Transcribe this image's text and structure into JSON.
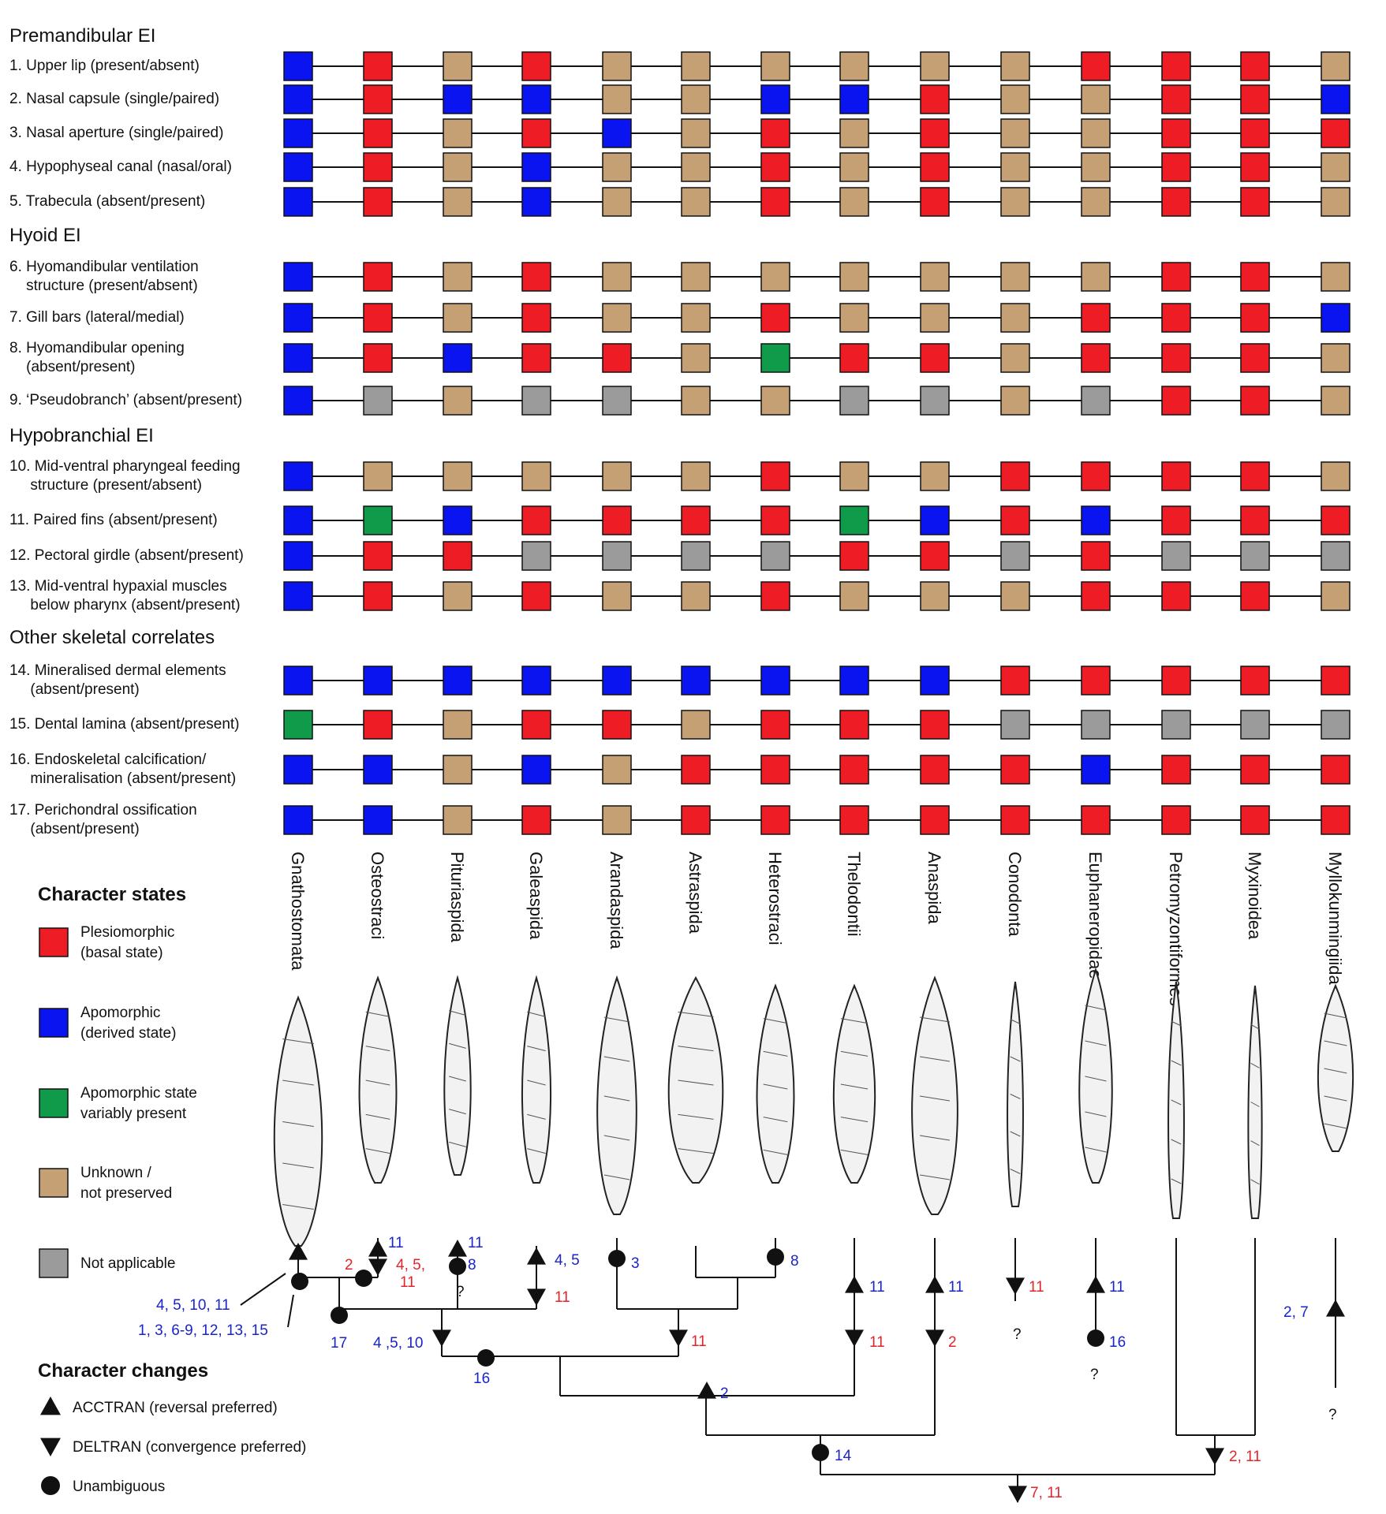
{
  "sections": [
    {
      "title": "Premandibular EI",
      "start": 0
    },
    {
      "title": "Hyoid EI",
      "start": 5
    },
    {
      "title": "Hypobranchial EI",
      "start": 9
    },
    {
      "title": "Other skeletal correlates",
      "start": 13
    }
  ],
  "characters": [
    {
      "label": "1. Upper lip (present/absent)",
      "states": [
        "B",
        "R",
        "U",
        "R",
        "U",
        "U",
        "U",
        "U",
        "U",
        "U",
        "R",
        "R",
        "R",
        "U"
      ]
    },
    {
      "label": "2. Nasal capsule (single/paired)",
      "states": [
        "B",
        "R",
        "B",
        "B",
        "U",
        "U",
        "B",
        "B",
        "R",
        "U",
        "U",
        "R",
        "R",
        "B"
      ]
    },
    {
      "label": "3. Nasal aperture (single/paired)",
      "states": [
        "B",
        "R",
        "U",
        "R",
        "B",
        "U",
        "R",
        "U",
        "R",
        "U",
        "U",
        "R",
        "R",
        "R"
      ]
    },
    {
      "label": "4. Hypophyseal canal (nasal/oral)",
      "states": [
        "B",
        "R",
        "U",
        "B",
        "U",
        "U",
        "R",
        "U",
        "R",
        "U",
        "U",
        "R",
        "R",
        "U"
      ]
    },
    {
      "label": "5. Trabecula (absent/present)",
      "states": [
        "B",
        "R",
        "U",
        "B",
        "U",
        "U",
        "R",
        "U",
        "R",
        "U",
        "U",
        "R",
        "R",
        "U"
      ]
    },
    {
      "label": "6. Hyomandibular ventilation\n    structure (present/absent)",
      "states": [
        "B",
        "R",
        "U",
        "R",
        "U",
        "U",
        "U",
        "U",
        "U",
        "U",
        "U",
        "R",
        "R",
        "U"
      ]
    },
    {
      "label": "7. Gill bars (lateral/medial)",
      "states": [
        "B",
        "R",
        "U",
        "R",
        "U",
        "U",
        "R",
        "U",
        "U",
        "U",
        "R",
        "R",
        "R",
        "B"
      ]
    },
    {
      "label": "8. Hyomandibular opening\n    (absent/present)",
      "states": [
        "B",
        "R",
        "B",
        "R",
        "R",
        "U",
        "G",
        "R",
        "R",
        "U",
        "R",
        "R",
        "R",
        "U"
      ]
    },
    {
      "label": "9. ‘Pseudobranch’ (absent/present)",
      "states": [
        "B",
        "N",
        "U",
        "N",
        "N",
        "U",
        "U",
        "N",
        "N",
        "U",
        "N",
        "R",
        "R",
        "U"
      ]
    },
    {
      "label": "10. Mid-ventral pharyngeal feeding\n     structure (present/absent)",
      "states": [
        "B",
        "U",
        "U",
        "U",
        "U",
        "U",
        "R",
        "U",
        "U",
        "R",
        "R",
        "R",
        "R",
        "U"
      ]
    },
    {
      "label": "11. Paired fins (absent/present)",
      "states": [
        "B",
        "G",
        "B",
        "R",
        "R",
        "R",
        "R",
        "G",
        "B",
        "R",
        "B",
        "R",
        "R",
        "R"
      ]
    },
    {
      "label": "12. Pectoral girdle (absent/present)",
      "states": [
        "B",
        "R",
        "R",
        "N",
        "N",
        "N",
        "N",
        "R",
        "R",
        "N",
        "R",
        "N",
        "N",
        "N"
      ]
    },
    {
      "label": "13. Mid-ventral hypaxial muscles\n     below pharynx (absent/present)",
      "states": [
        "B",
        "R",
        "U",
        "R",
        "U",
        "U",
        "R",
        "U",
        "U",
        "U",
        "R",
        "R",
        "R",
        "U"
      ]
    },
    {
      "label": "14. Mineralised dermal elements\n     (absent/present)",
      "states": [
        "B",
        "B",
        "B",
        "B",
        "B",
        "B",
        "B",
        "B",
        "B",
        "R",
        "R",
        "R",
        "R",
        "R"
      ]
    },
    {
      "label": "15. Dental lamina (absent/present)",
      "states": [
        "G",
        "R",
        "U",
        "R",
        "R",
        "U",
        "R",
        "R",
        "R",
        "N",
        "N",
        "N",
        "N",
        "N"
      ]
    },
    {
      "label": "16. Endoskeletal calcification/\n     mineralisation (absent/present)",
      "states": [
        "B",
        "B",
        "U",
        "B",
        "U",
        "R",
        "R",
        "R",
        "R",
        "R",
        "B",
        "R",
        "R",
        "R"
      ]
    },
    {
      "label": "17. Perichondral ossification\n     (absent/present)",
      "states": [
        "B",
        "B",
        "U",
        "R",
        "U",
        "R",
        "R",
        "R",
        "R",
        "R",
        "R",
        "R",
        "R",
        "R"
      ]
    }
  ],
  "taxa": [
    "Gnathostomata",
    "Osteostraci",
    "Pituriaspida",
    "Galeaspida",
    "Arandaspida",
    "Astraspida",
    "Heterostraci",
    "Thelodontii",
    "Anaspida",
    "Conodonta",
    "Euphaneropidae",
    "Petromyzontiformes",
    "Myxinoidea",
    "Myllokunmingiida"
  ],
  "legend": {
    "states_title": "Character states",
    "states": [
      {
        "code": "R",
        "text": "Plesiomorphic\n(basal state)"
      },
      {
        "code": "B",
        "text": "Apomorphic\n(derived state)"
      },
      {
        "code": "G",
        "text": "Apomorphic state\nvariably present"
      },
      {
        "code": "U",
        "text": "Unknown /\nnot preserved"
      },
      {
        "code": "N",
        "text": "Not applicable"
      }
    ],
    "changes_title": "Character changes",
    "changes": [
      {
        "symbol": "up-triangle",
        "text": "ACCTRAN (reversal preferred)"
      },
      {
        "symbol": "down-triangle",
        "text": "DELTRAN (convergence preferred)"
      },
      {
        "symbol": "circle",
        "text": "Unambiguous"
      }
    ]
  },
  "colors": {
    "R": "#ee1c25",
    "B": "#0a14f0",
    "G": "#0f9b4a",
    "U": "#c4a074",
    "N": "#9b9b9b"
  },
  "tree_labels": [
    {
      "text": "11",
      "color": "blue"
    },
    {
      "text": "4, 5,",
      "color": "red"
    },
    {
      "text": "11",
      "color": "red"
    },
    {
      "text": "2",
      "color": "red"
    },
    {
      "text": "11",
      "color": "blue"
    },
    {
      "text": "8",
      "color": "blue"
    },
    {
      "text": "?",
      "color": "black"
    },
    {
      "text": "4, 5",
      "color": "blue"
    },
    {
      "text": "11",
      "color": "red"
    },
    {
      "text": "3",
      "color": "blue"
    },
    {
      "text": "8",
      "color": "blue"
    },
    {
      "text": "4, 5, 10, 11",
      "color": "blue"
    },
    {
      "text": "1, 3, 6-9, 12, 13, 15",
      "color": "blue"
    },
    {
      "text": "17",
      "color": "blue"
    },
    {
      "text": "4 ,5, 10",
      "color": "blue"
    },
    {
      "text": "16",
      "color": "blue"
    },
    {
      "text": "11",
      "color": "red"
    },
    {
      "text": "11",
      "color": "blue"
    },
    {
      "text": "11",
      "color": "red"
    },
    {
      "text": "11",
      "color": "blue"
    },
    {
      "text": "2",
      "color": "red"
    },
    {
      "text": "11",
      "color": "red"
    },
    {
      "text": "?",
      "color": "black"
    },
    {
      "text": "11",
      "color": "blue"
    },
    {
      "text": "16",
      "color": "blue"
    },
    {
      "text": "?",
      "color": "black"
    },
    {
      "text": "2, 7",
      "color": "blue"
    },
    {
      "text": "?",
      "color": "black"
    },
    {
      "text": "2",
      "color": "blue"
    },
    {
      "text": "14",
      "color": "blue"
    },
    {
      "text": "2, 11",
      "color": "red"
    },
    {
      "text": "7, 11",
      "color": "red"
    }
  ]
}
